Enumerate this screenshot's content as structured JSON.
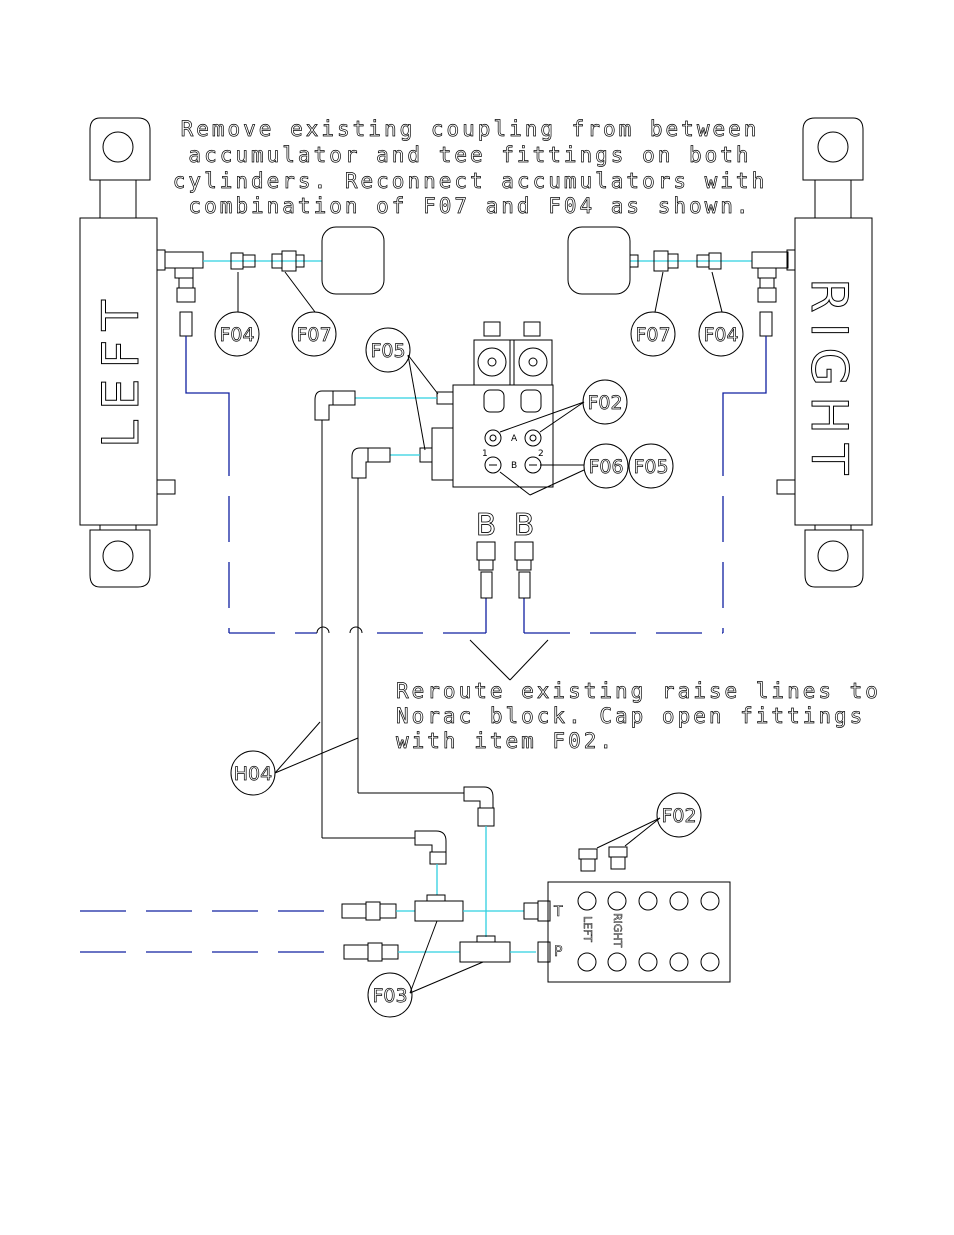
{
  "notes": {
    "accumulator": [
      "Remove existing coupling from between",
      "accumulator and tee fittings on both",
      "cylinders.  Reconnect accumulators with",
      "combination of F07 and F04 as shown."
    ],
    "reroute": [
      "Reroute existing raise lines to",
      "Norac block.  Cap open fittings",
      "with item F02."
    ]
  },
  "cylinders": {
    "left_label": "LEFT",
    "right_label": "RIGHT"
  },
  "callouts": {
    "f04_left": "F04",
    "f07_left": "F07",
    "f07_right": "F07",
    "f04_right": "F04",
    "f05_top": "F05",
    "f02_block": "F02",
    "f06": "F06",
    "f05_side": "F05",
    "h04": "H04",
    "f02_bottom": "F02",
    "f03": "F03"
  },
  "valve_block": {
    "port_a": "A",
    "port_b": "B",
    "port_1": "1",
    "port_2": "2"
  },
  "b_ports": [
    "B",
    "B"
  ],
  "manifold": {
    "port_t": "T",
    "port_p": "P",
    "label_left": "LEFT",
    "label_right": "RIGHT"
  }
}
